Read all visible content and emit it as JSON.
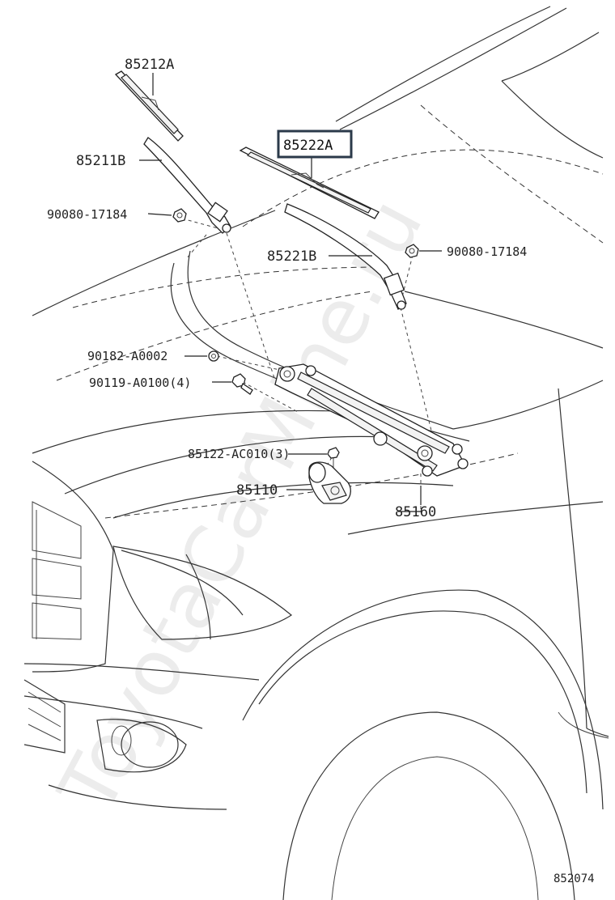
{
  "diagram": {
    "figure_code": "852074",
    "watermark": "ToyotaCarMine.ru",
    "highlight_color": "#2b3a4a",
    "labels": {
      "blade_left": "85212A",
      "arm_left": "85211B",
      "nut_left": "90080-17184",
      "blade_right": "85222A",
      "arm_right": "85221B",
      "nut_right": "90080-17184",
      "cap": "90182-A0002",
      "bolt_link": "90119-A0100(4)",
      "bolt_motor": "85122-AC010(3)",
      "motor": "85110",
      "link": "85160"
    }
  }
}
